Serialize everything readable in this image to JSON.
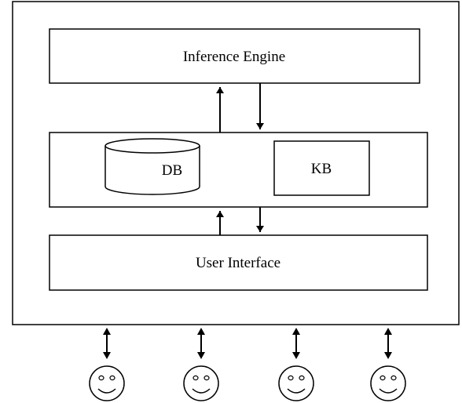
{
  "diagram": {
    "inference_engine": {
      "label": "Inference Engine"
    },
    "data_store": {
      "db_label": "DB",
      "kb_label": "KB"
    },
    "user_interface": {
      "label": "User Interface"
    },
    "users": [
      {
        "icon": "smiley-face-icon"
      },
      {
        "icon": "smiley-face-icon"
      },
      {
        "icon": "smiley-face-icon"
      },
      {
        "icon": "smiley-face-icon"
      }
    ]
  }
}
